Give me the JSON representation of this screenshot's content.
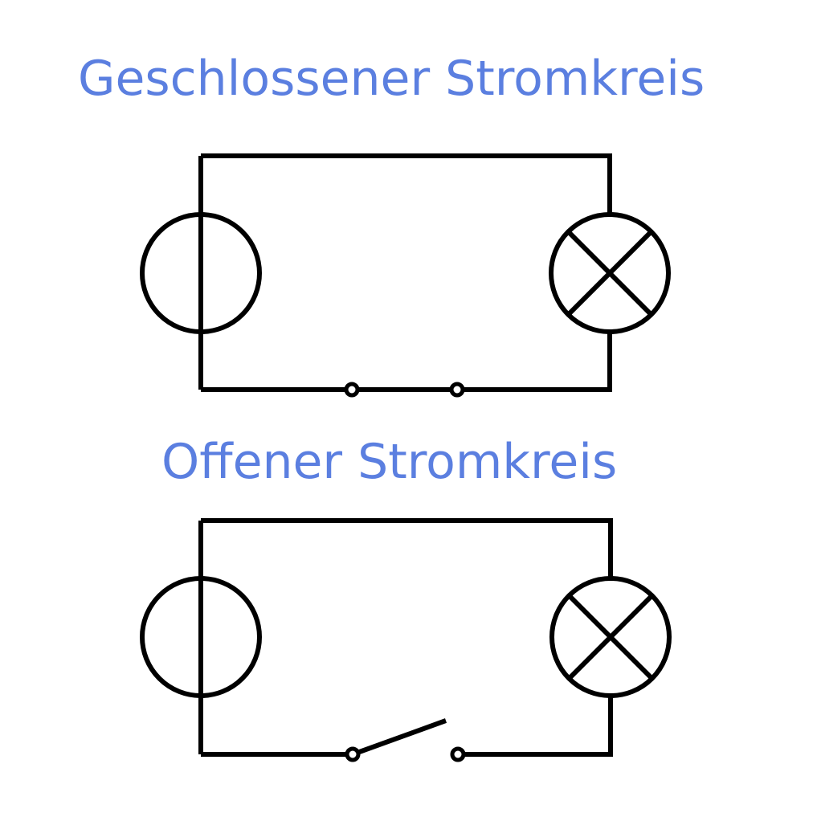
{
  "colors": {
    "title": "#5b7fe0",
    "lines": "#000000",
    "background": "#ffffff"
  },
  "circuits": [
    {
      "title": "Geschlossener Stromkreis",
      "switch_state": "closed",
      "components": [
        "voltage-source",
        "lamp",
        "switch"
      ]
    },
    {
      "title": "Offener Stromkreis",
      "switch_state": "open",
      "components": [
        "voltage-source",
        "lamp",
        "switch"
      ]
    }
  ]
}
